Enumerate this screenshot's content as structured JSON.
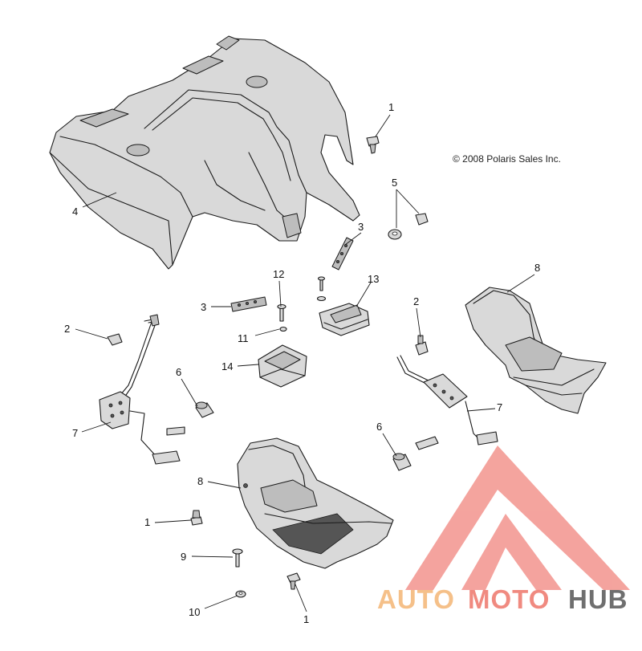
{
  "copyright": "© 2008 Polaris Sales Inc.",
  "watermark": {
    "part1": "AUTO",
    "part2": "MOTO",
    "part3": "HUB",
    "color_auto": "#f5c089",
    "color_moto": "#f08a80",
    "color_hub": "#6f6f6f",
    "logo_color": "#f39a94"
  },
  "callouts": [
    {
      "id": "c1a",
      "text": "1"
    },
    {
      "id": "c1b",
      "text": "1"
    },
    {
      "id": "c1c",
      "text": "1"
    },
    {
      "id": "c2a",
      "text": "2"
    },
    {
      "id": "c2b",
      "text": "2"
    },
    {
      "id": "c3a",
      "text": "3"
    },
    {
      "id": "c3b",
      "text": "3"
    },
    {
      "id": "c4",
      "text": "4"
    },
    {
      "id": "c5",
      "text": "5"
    },
    {
      "id": "c6a",
      "text": "6"
    },
    {
      "id": "c6b",
      "text": "6"
    },
    {
      "id": "c7a",
      "text": "7"
    },
    {
      "id": "c7b",
      "text": "7"
    },
    {
      "id": "c8a",
      "text": "8"
    },
    {
      "id": "c8b",
      "text": "8"
    },
    {
      "id": "c9",
      "text": "9"
    },
    {
      "id": "c10",
      "text": "10"
    },
    {
      "id": "c11",
      "text": "11"
    },
    {
      "id": "c12",
      "text": "12"
    },
    {
      "id": "c13",
      "text": "13"
    },
    {
      "id": "c14",
      "text": "14"
    }
  ]
}
